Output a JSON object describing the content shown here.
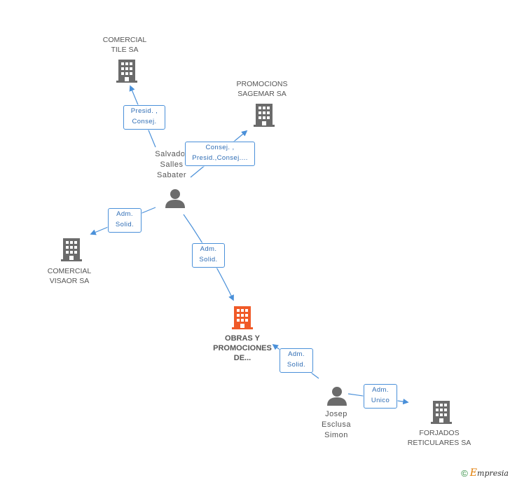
{
  "nodes": {
    "comercial_tile": {
      "label": "COMERCIAL\nTILE SA",
      "type": "company"
    },
    "promocions_sagemar": {
      "label": "PROMOCIONS\nSAGEMAR SA",
      "type": "company"
    },
    "salvador": {
      "label": "Salvador\nSalles\nSabater",
      "type": "person"
    },
    "comercial_visaor": {
      "label": "COMERCIAL\nVISAOR SA",
      "type": "company"
    },
    "obras": {
      "label": "OBRAS Y\nPROMOCIONES\nDE...",
      "type": "company-focus"
    },
    "josep": {
      "label": "Josep\nEsclusa\nSimon",
      "type": "person"
    },
    "forjados": {
      "label": "FORJADOS\nRETICULARES SA",
      "type": "company"
    }
  },
  "edges": {
    "salvador_tile": "Presid. ,\nConsej.",
    "salvador_sagemar": "Consej. ,\nPresid.,Consej....",
    "salvador_visaor": "Adm.\nSolid.",
    "salvador_obras": "Adm.\nSolid.",
    "josep_obras": "Adm.\nSolid.",
    "josep_forjados": "Adm.\nUnico"
  },
  "colors": {
    "company_icon": "#6b6b6b",
    "focus_icon": "#f05a28",
    "person_icon": "#6b6b6b",
    "edge": "#4a90d9",
    "edge_text": "#2f6db5"
  },
  "brand": {
    "copyright": "©",
    "first_letter": "E",
    "rest": "mpresia"
  }
}
